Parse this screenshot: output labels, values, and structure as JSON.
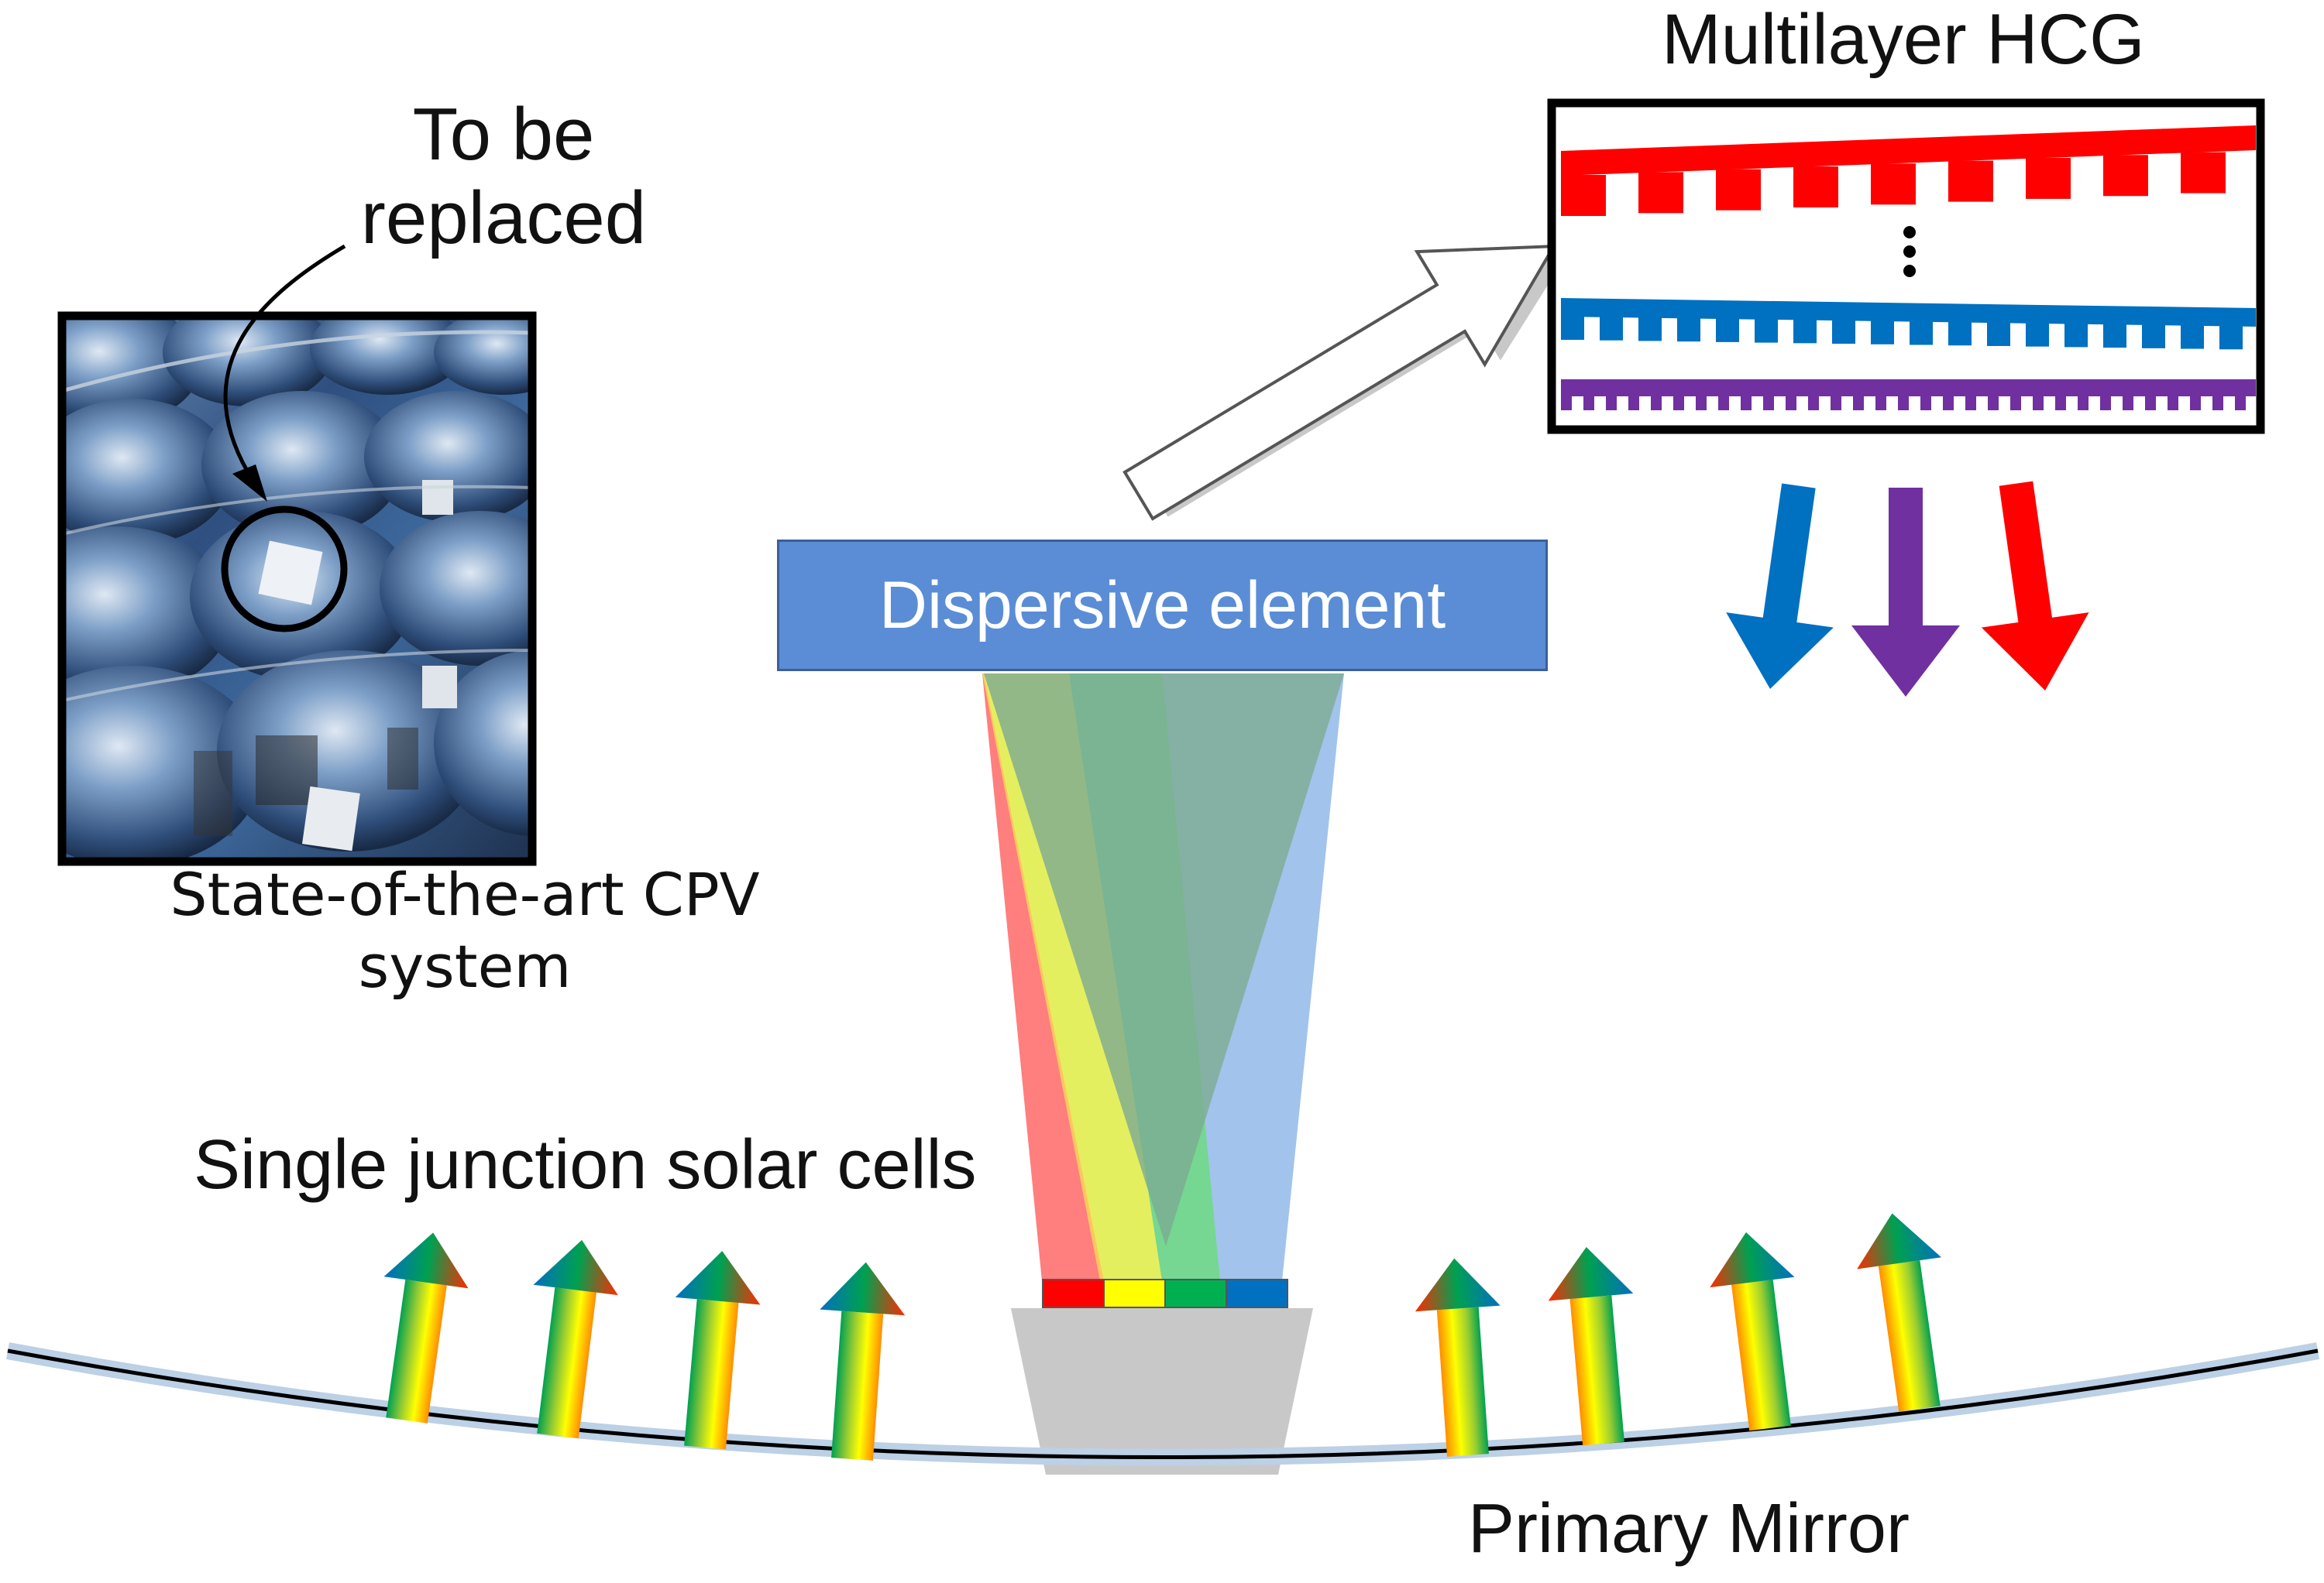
{
  "labels": {
    "hcg_title": "Multilayer HCG",
    "to_be_replaced": "To be replaced",
    "cpv_caption": "State-of-the-art CPV system",
    "dispersive_element": "Dispersive element",
    "solar_cells": "Single junction solar cells",
    "primary_mirror": "Primary Mirror"
  },
  "colors": {
    "red": "#ff0000",
    "yellow": "#ffff00",
    "green": "#00b050",
    "blue": "#0070c0",
    "purple": "#7030a0",
    "dispersive_fill": "#5b8dd6",
    "receiver_gray": "#c8c8c8"
  },
  "icons": {
    "hcg_gap": "vertical-ellipsis",
    "output_arrows": [
      "blue-arrow",
      "purple-arrow",
      "red-arrow"
    ]
  }
}
